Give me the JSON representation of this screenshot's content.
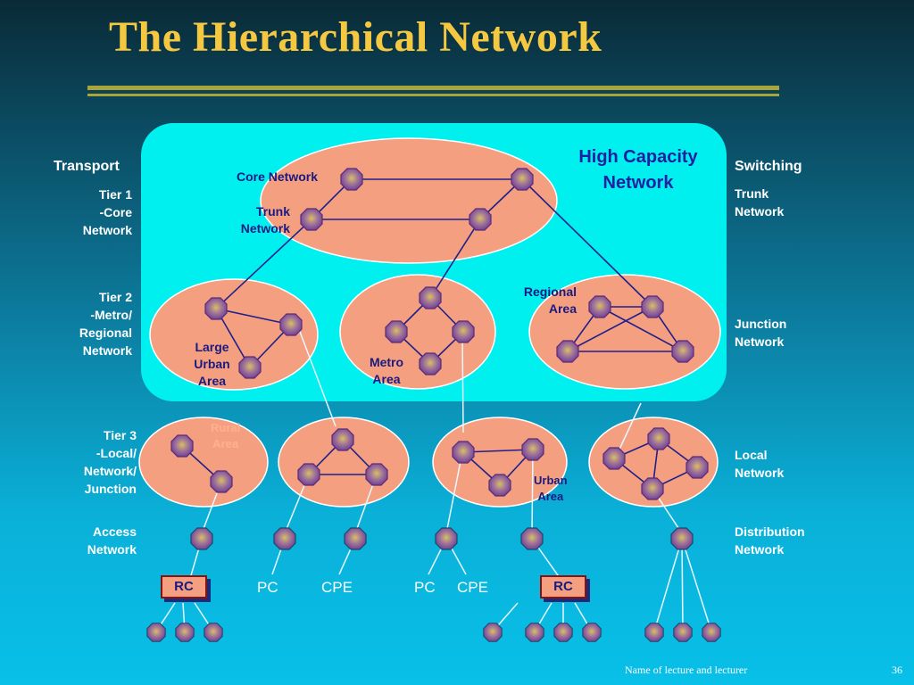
{
  "slide": {
    "title": "The Hierarchical Network",
    "footer": "Name of lecture and lecturer",
    "page_number": "36"
  },
  "left_labels": {
    "transport": "Transport",
    "tier1": "Tier 1\n-Core\nNetwork",
    "tier2": "Tier 2\n-Metro/\nRegional\nNetwork",
    "tier3": "Tier 3\n-Local/\nNetwork/\nJunction",
    "access": "Access\nNetwork"
  },
  "right_labels": {
    "switching": "Switching",
    "trunk": "Trunk\nNetwork",
    "junction": "Junction\nNetwork",
    "local": "Local\nNetwork",
    "distribution": "Distribution\nNetwork"
  },
  "diagram_labels": {
    "high_capacity": "High Capacity\nNetwork",
    "core_network": "Core Network",
    "trunk_network": "Trunk\nNetwork",
    "regional_area": "Regional\nArea",
    "large_urban_area": "Large\nUrban\nArea",
    "metro_area": "Metro\nArea",
    "rural_area": "Rural\nArea",
    "urban_area": "Urban\nArea"
  },
  "devices": {
    "pc1": "PC",
    "cpe1": "CPE",
    "pc2": "PC",
    "cpe2": "CPE",
    "rc1": "RC",
    "rc2": "RC"
  },
  "colors": {
    "title": "#f5c842",
    "rule": "#a9a53a",
    "cloud": "#00f0f0",
    "area": "#f4a080",
    "node": "#8c5aa8",
    "link": "#20208a",
    "access_link": "#e8f8ff"
  },
  "icons": {
    "node": "octagon-router-icon",
    "rc": "remote-concentrator-box"
  }
}
